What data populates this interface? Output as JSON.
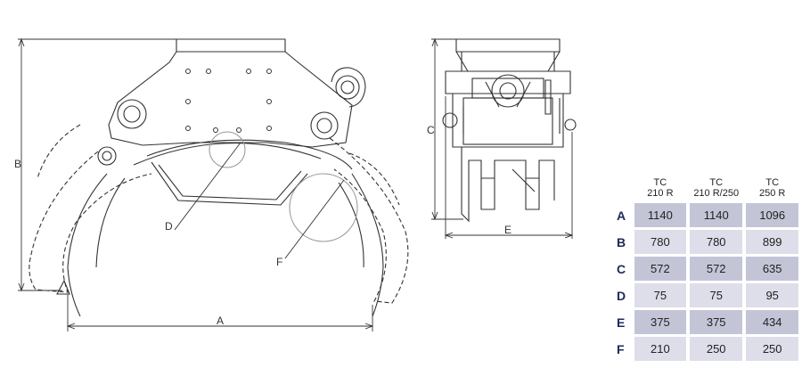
{
  "diagram": {
    "front_view_labels": {
      "a": "A",
      "b": "B",
      "d": "D",
      "f": "F"
    },
    "side_view_labels": {
      "c": "C",
      "e": "E"
    }
  },
  "table": {
    "columns": [
      {
        "line1": "TC",
        "line2": "210 R"
      },
      {
        "line1": "TC",
        "line2": "210 R/250"
      },
      {
        "line1": "TC",
        "line2": "250 R"
      }
    ],
    "rows": [
      {
        "label": "A",
        "values": [
          "1140",
          "1140",
          "1096"
        ]
      },
      {
        "label": "B",
        "values": [
          "780",
          "780",
          "899"
        ]
      },
      {
        "label": "C",
        "values": [
          "572",
          "572",
          "635"
        ]
      },
      {
        "label": "D",
        "values": [
          "75",
          "75",
          "95"
        ]
      },
      {
        "label": "E",
        "values": [
          "375",
          "375",
          "434"
        ]
      },
      {
        "label": "F",
        "values": [
          "210",
          "250",
          "250"
        ]
      }
    ]
  },
  "colors": {
    "row_dark": "#c3c5d7",
    "row_light": "#dddee9",
    "row_label": "#1b2a5c",
    "line": "#333333"
  }
}
